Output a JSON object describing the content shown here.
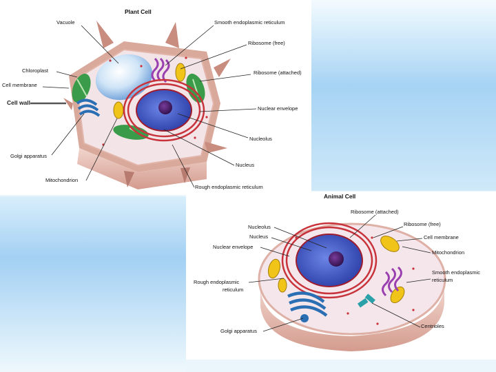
{
  "colors": {
    "panel_blue": "#9ccdf2",
    "panel_light": "#e8f5fb",
    "white": "#ffffff",
    "nucleus_blue": "#3f5bc8",
    "nucleolus_purple": "#4a1f6e",
    "er_red": "#c8323a",
    "golgi_blue": "#2a6fb4",
    "chloroplast_green": "#3a9c4a",
    "mitochondrion_yellow": "#f0c419",
    "smooth_er_purple": "#9a3fb0",
    "cell_pink": "#e9c0b6",
    "cytoplasm": "#f3e7ea"
  },
  "plant": {
    "title": "Plant Cell",
    "labels": {
      "vacuole": "Vacuole",
      "smooth_er": "Smooth endoplasmic reticulum",
      "ribosome_free": "Ribosome (free)",
      "chloroplast": "Chloroplast",
      "ribosome_attached": "Ribosome (attached)",
      "cell_membrane": "Cell membrane",
      "cell_wall": "Cell wall",
      "nuclear_envelope": "Nuclear envelope",
      "nucleolus": "Nucleolus",
      "golgi": "Golgi apparatus",
      "nucleus": "Nucleus",
      "mitochondrion": "Mitochondrion",
      "rough_er": "Rough endoplasmic reticulum"
    }
  },
  "animal": {
    "title": "Animal Cell",
    "labels": {
      "ribosome_attached": "Ribosome (attached)",
      "nucleolus": "Nucleolus",
      "ribosome_free": "Ribosome (free)",
      "nucleus": "Nucleus",
      "cell_membrane": "Cell membrane",
      "nuclear_envelope": "Nuclear envelope",
      "mitochondrion": "Mitochondrion",
      "rough_er_1": "Rough endoplasmic",
      "rough_er_2": "reticulum",
      "smooth_er_1": "Smooth endoplasmic",
      "smooth_er_2": "reticulum",
      "centrioles": "Centrioles",
      "golgi": "Golgi apparatus"
    }
  }
}
